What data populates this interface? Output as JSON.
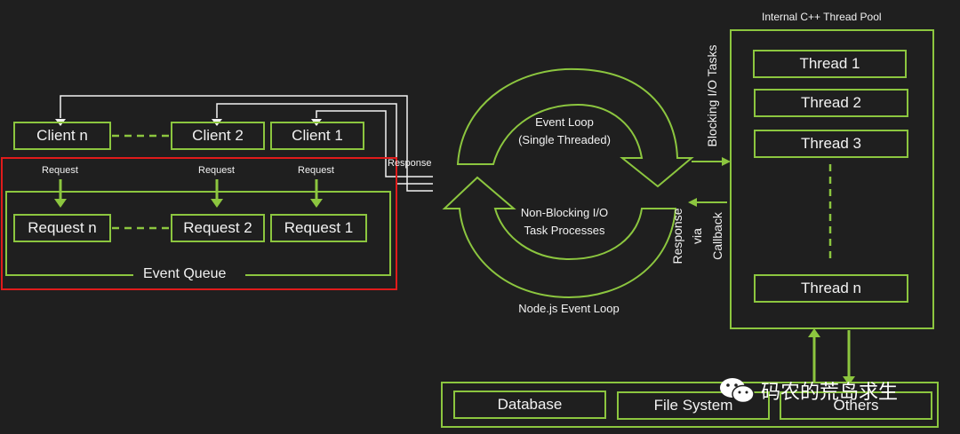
{
  "clients": {
    "client_n": "Client n",
    "client_2": "Client 2",
    "client_1": "Client 1"
  },
  "requests": {
    "request_n": "Request n",
    "request_2": "Request 2",
    "request_1": "Request 1",
    "arrow_label": "Request"
  },
  "event_queue": "Event Queue",
  "response_label": "Response",
  "event_loop": {
    "top_line1": "Event Loop",
    "top_line2": "(Single Threaded)",
    "bottom_line1": "Non-Blocking I/O",
    "bottom_line2": "Task Processes",
    "caption": "Node.js Event Loop"
  },
  "blocking_label": "Blocking I/O Tasks",
  "callback_label_line1": "Response",
  "callback_label_line2": "via",
  "callback_label_line3": "Callback",
  "thread_pool": {
    "title": "Internal C++ Thread Pool",
    "threads": [
      "Thread 1",
      "Thread 2",
      "Thread 3",
      "Thread n"
    ]
  },
  "resources": [
    "Database",
    "File System",
    "Others"
  ],
  "watermark": "码农的荒岛求生",
  "colors": {
    "accent": "#8cc63f",
    "highlight": "#e01b1b",
    "background": "#1f1f1f"
  }
}
